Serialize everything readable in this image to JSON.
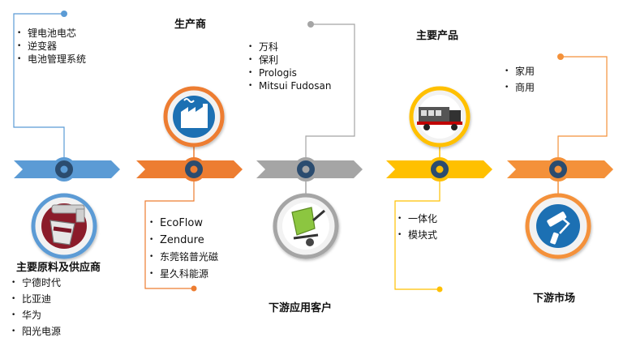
{
  "stages": [
    {
      "title": "主要原料及供应商",
      "items": [
        "宁德时代",
        "比亚迪",
        "华为",
        "阳光电源"
      ],
      "icon": "faucet-bucket-icon"
    },
    {
      "title": "生产商",
      "items": [
        "EcoFlow",
        "Zendure",
        "东莞铭普光磁",
        "星久科能源"
      ],
      "icon": "factory-icon"
    },
    {
      "title": "下游应用客户",
      "items": [
        "万科",
        "保利",
        "Prologis",
        "Mitsui Fudosan"
      ],
      "icon": "cement-mixer-icon"
    },
    {
      "title": "主要产品",
      "items": [
        "一体化",
        "模块式"
      ],
      "icon": "truck-icon"
    },
    {
      "title": "下游市场",
      "items": [
        "家用",
        "商用"
      ],
      "icon": "paint-roller-icon"
    }
  ],
  "top_list": [
    "锂电池电芯",
    "逆变器",
    "电池管理系统"
  ],
  "colors": {
    "blue": "#5b9bd5",
    "orange": "#ed7d31",
    "gray": "#a5a5a5",
    "yellow": "#ffc000",
    "orange2": "#f4913a",
    "dark": "#2b4c6f",
    "icon_blue": "#1f6fb3"
  }
}
